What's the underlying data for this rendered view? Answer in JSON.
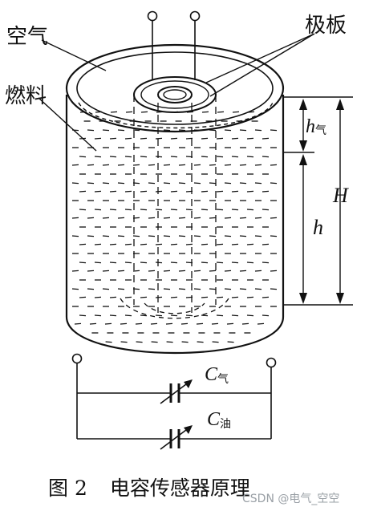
{
  "labels": {
    "air": "空气",
    "fuel": "燃料",
    "plates": "极板",
    "h_gas_main": "h",
    "h_gas_sub": "气",
    "H": "H",
    "h": "h",
    "c_gas_main": "C",
    "c_gas_sub": "气",
    "c_oil_main": "C",
    "c_oil_sub": "油"
  },
  "caption": {
    "figure_no": "图 2",
    "title": "电容传感器原理"
  },
  "watermark": "CSDN @电气_空空",
  "colors": {
    "ink": "#111111",
    "background": "#ffffff"
  }
}
